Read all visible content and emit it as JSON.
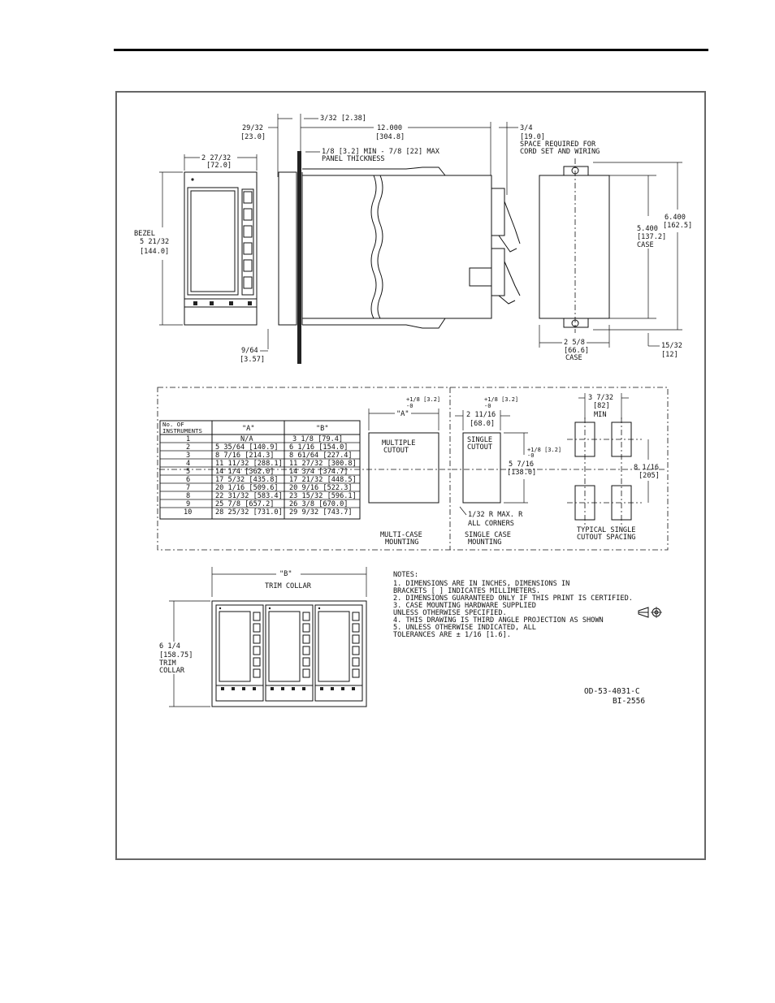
{
  "top_dims": {
    "d1": "3/32 [2.38]",
    "d2a": "29/32",
    "d2b": "[23.0]",
    "d3a": "12.000",
    "d3b": "[304.8]",
    "d4a": "3/4",
    "d4b": "[19.0]",
    "d4c": "SPACE REQUIRED FOR",
    "d4d": "CORD SET AND WIRING",
    "panel1": "1/8 [3.2] MIN - 7/8 [22] MAX",
    "panel2": "PANEL THICKNESS"
  },
  "front_view": {
    "width_a": "2 27/32",
    "width_b": "[72.0]",
    "bezel": "BEZEL",
    "height_a": "5 21/32",
    "height_b": "[144.0]",
    "bot_a": "9/64",
    "bot_b": "[3.57]"
  },
  "rear_view": {
    "h_a": "6.400",
    "h_b": "[162.5]",
    "c_a": "5.400",
    "c_b": "[137.2]",
    "c_c": "CASE",
    "w_a": "2 5/8",
    "w_b": "[66.6]",
    "w_c": "CASE",
    "s_a": "15/32",
    "s_b": "[12]"
  },
  "table": {
    "headers": [
      "No. OF INSTRUMENTS",
      "\"A\"",
      "\"B\""
    ],
    "rows": [
      [
        "1",
        "N/A",
        "3 1/8 [79.4]"
      ],
      [
        "2",
        "5 35/64 [140.9]",
        "6 1/16 [154.0]"
      ],
      [
        "3",
        "8 7/16 [214.3]",
        "8 61/64 [227.4]"
      ],
      [
        "4",
        "11 11/32 [288.1]",
        "11 27/32 [300.8]"
      ],
      [
        "5",
        "14 1/4 [362.0]",
        "14 3/4 [374.7]"
      ],
      [
        "6",
        "17 5/32 [435.8]",
        "17 21/32 [448.5]"
      ],
      [
        "7",
        "20 1/16 [509.6]",
        "20 9/16 [522.3]"
      ],
      [
        "8",
        "22 31/32 [583.4]",
        "23 15/32 [596.1]"
      ],
      [
        "9",
        "25 7/8 [657.2]",
        "26 3/8 [670.0]"
      ],
      [
        "10",
        "28 25/32 [731.0]",
        "29 9/32 [743.7]"
      ]
    ]
  },
  "cutouts": {
    "multi_tol_a": "+1/8 [3.2]",
    "multi_tol_b": "-0",
    "multi_a": "\"A\"",
    "multi_label_a": "MULTIPLE",
    "multi_label_b": "CUTOUT",
    "multi_caption_a": "MULTI-CASE",
    "multi_caption_b": "MOUNTING",
    "single_tol_a": "+1/8 [3.2]",
    "single_tol_b": "-0",
    "single_w_a": "2 11/16",
    "single_w_b": "[68.0]",
    "single_label_a": "SINGLE",
    "single_label_b": "CUTOUT",
    "single_h_tol_a": "+1/8 [3.2]",
    "single_h_tol_b": "-0",
    "single_h_a": "5 7/16",
    "single_h_b": "[138.0]",
    "radius_a": "1/32 R MAX. R",
    "radius_b": "ALL CORNERS",
    "single_caption_a": "SINGLE CASE",
    "single_caption_b": "MOUNTING",
    "spacing_w_a": "3 7/32",
    "spacing_w_b": "[82]",
    "spacing_w_c": "MIN",
    "spacing_h_a": "8 1/16",
    "spacing_h_b": "[205]",
    "spacing_caption_a": "TYPICAL SINGLE",
    "spacing_caption_b": "CUTOUT SPACING"
  },
  "trim": {
    "b": "\"B\"",
    "label": "TRIM COLLAR",
    "h_a": "6 1/4",
    "h_b": "[158.75]",
    "h_c": "TRIM",
    "h_d": "COLLAR"
  },
  "notes": {
    "title": "NOTES:",
    "lines": [
      "1. DIMENSIONS ARE IN INCHES, DIMENSIONS IN",
      "   BRACKETS [ ] INDICATES MILLIMETERS.",
      "2. DIMENSIONS GUARANTEED ONLY IF THIS PRINT IS CERTIFIED.",
      "3. CASE MOUNTING HARDWARE SUPPLIED",
      "   UNLESS OTHERWISE SPECIFIED.",
      "4. THIS DRAWING IS THIRD ANGLE PROJECTION AS SHOWN",
      "5. UNLESS OTHERWISE INDICATED, ALL",
      "   TOLERANCES ARE ± 1/16 [1.6]."
    ]
  },
  "drawing_ids": {
    "od": "OD-53-4031-C",
    "bi": "BI-2556"
  }
}
